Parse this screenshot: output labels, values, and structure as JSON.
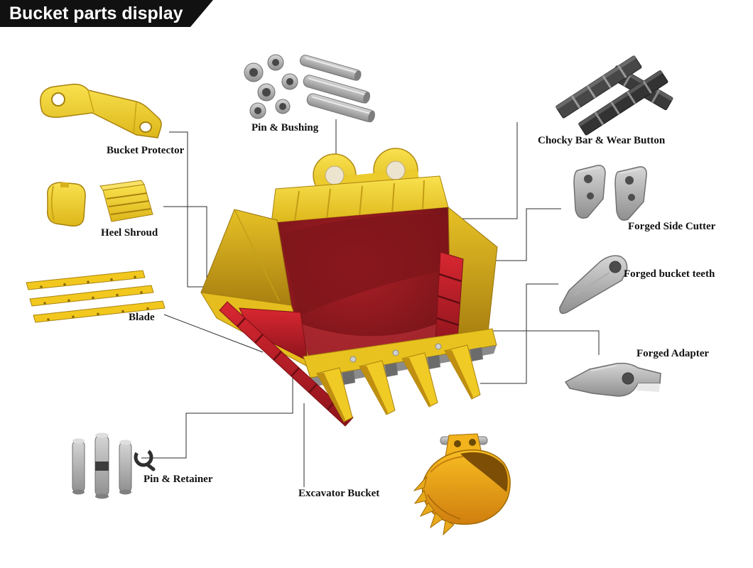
{
  "header": {
    "title": "Bucket parts display"
  },
  "parts": [
    {
      "id": "bucket-protector",
      "label": "Bucket Protector"
    },
    {
      "id": "pin-bushing",
      "label": "Pin & Bushing"
    },
    {
      "id": "chocky-bar",
      "label": "Chocky Bar & Wear Button"
    },
    {
      "id": "heel-shroud",
      "label": "Heel Shroud"
    },
    {
      "id": "forged-side-cutter",
      "label": "Forged Side Cutter"
    },
    {
      "id": "forged-bucket-teeth",
      "label": "Forged bucket teeth"
    },
    {
      "id": "blade",
      "label": "Blade"
    },
    {
      "id": "forged-adapter",
      "label": "Forged Adapter"
    },
    {
      "id": "pin-retainer",
      "label": "Pin & Retainer"
    },
    {
      "id": "excavator-bucket",
      "label": "Excavator Bucket"
    }
  ],
  "colors": {
    "banner_black": "#111111",
    "bucket_yellow": "#f0cb25",
    "bucket_red": "#c6202a",
    "steel_gray": "#a9a9a9",
    "dark_metal": "#3a3a3a",
    "mini_bucket_orange": "#f2a31c",
    "connector_line": "#2b2b2b"
  }
}
